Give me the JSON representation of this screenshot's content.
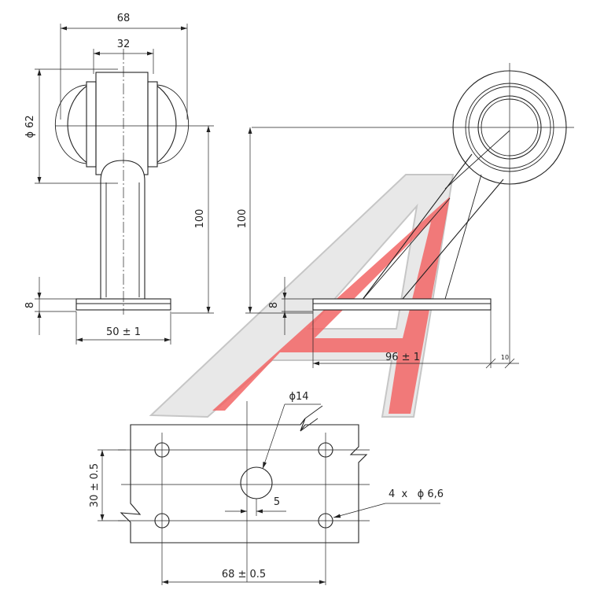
{
  "dimensions": {
    "width_68": "68",
    "width_32": "32",
    "diameter_62": "ϕ 62",
    "height_100_left": "100",
    "height_100_right": "100",
    "base_8_left": "8",
    "base_8_right": "8",
    "base_50": "50 ± 1",
    "length_96": "96 ± 1",
    "offset_10": "10",
    "hole_phi14": "ϕ14",
    "spacing_30": "30 ± 0.5",
    "offset_5": "5",
    "holes_4x": "4  x   ϕ 6,6",
    "spacing_68": "68 ± 0.5"
  },
  "watermark": {
    "color_light": "#d9d9d9",
    "color_red": "#f05a5a"
  }
}
